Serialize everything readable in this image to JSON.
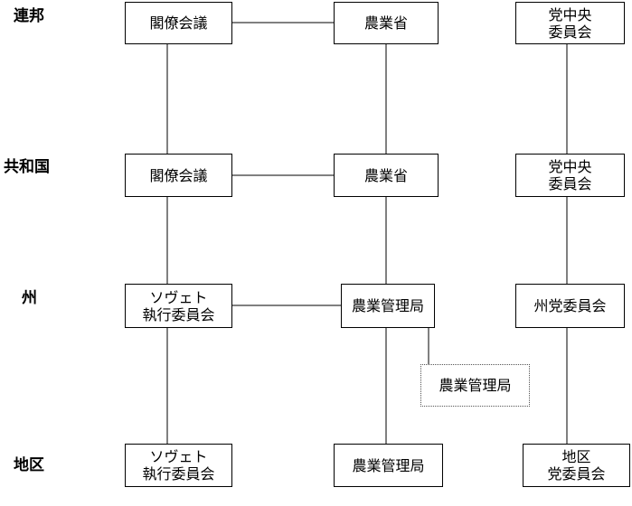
{
  "levels": {
    "federal": "連邦",
    "republic": "共和国",
    "oblast": "州",
    "district": "地区"
  },
  "federal": {
    "council_of_ministers": "閣僚会議",
    "ministry_of_agriculture": "農業省",
    "party_cc_line1": "党中央",
    "party_cc_line2": "委員会"
  },
  "republic": {
    "council_of_ministers": "閣僚会議",
    "ministry_of_agriculture": "農業省",
    "party_cc_line1": "党中央",
    "party_cc_line2": "委員会"
  },
  "oblast": {
    "soviet_exec_line1": "ソヴェト",
    "soviet_exec_line2": "執行委員会",
    "agri_admin": "農業管理局",
    "agri_admin_dotted": "農業管理局",
    "party_committee": "州党委員会"
  },
  "district": {
    "soviet_exec_line1": "ソヴェト",
    "soviet_exec_line2": "執行委員会",
    "agri_admin": "農業管理局",
    "party_committee_line1": "地区",
    "party_committee_line2": "党委員会"
  }
}
